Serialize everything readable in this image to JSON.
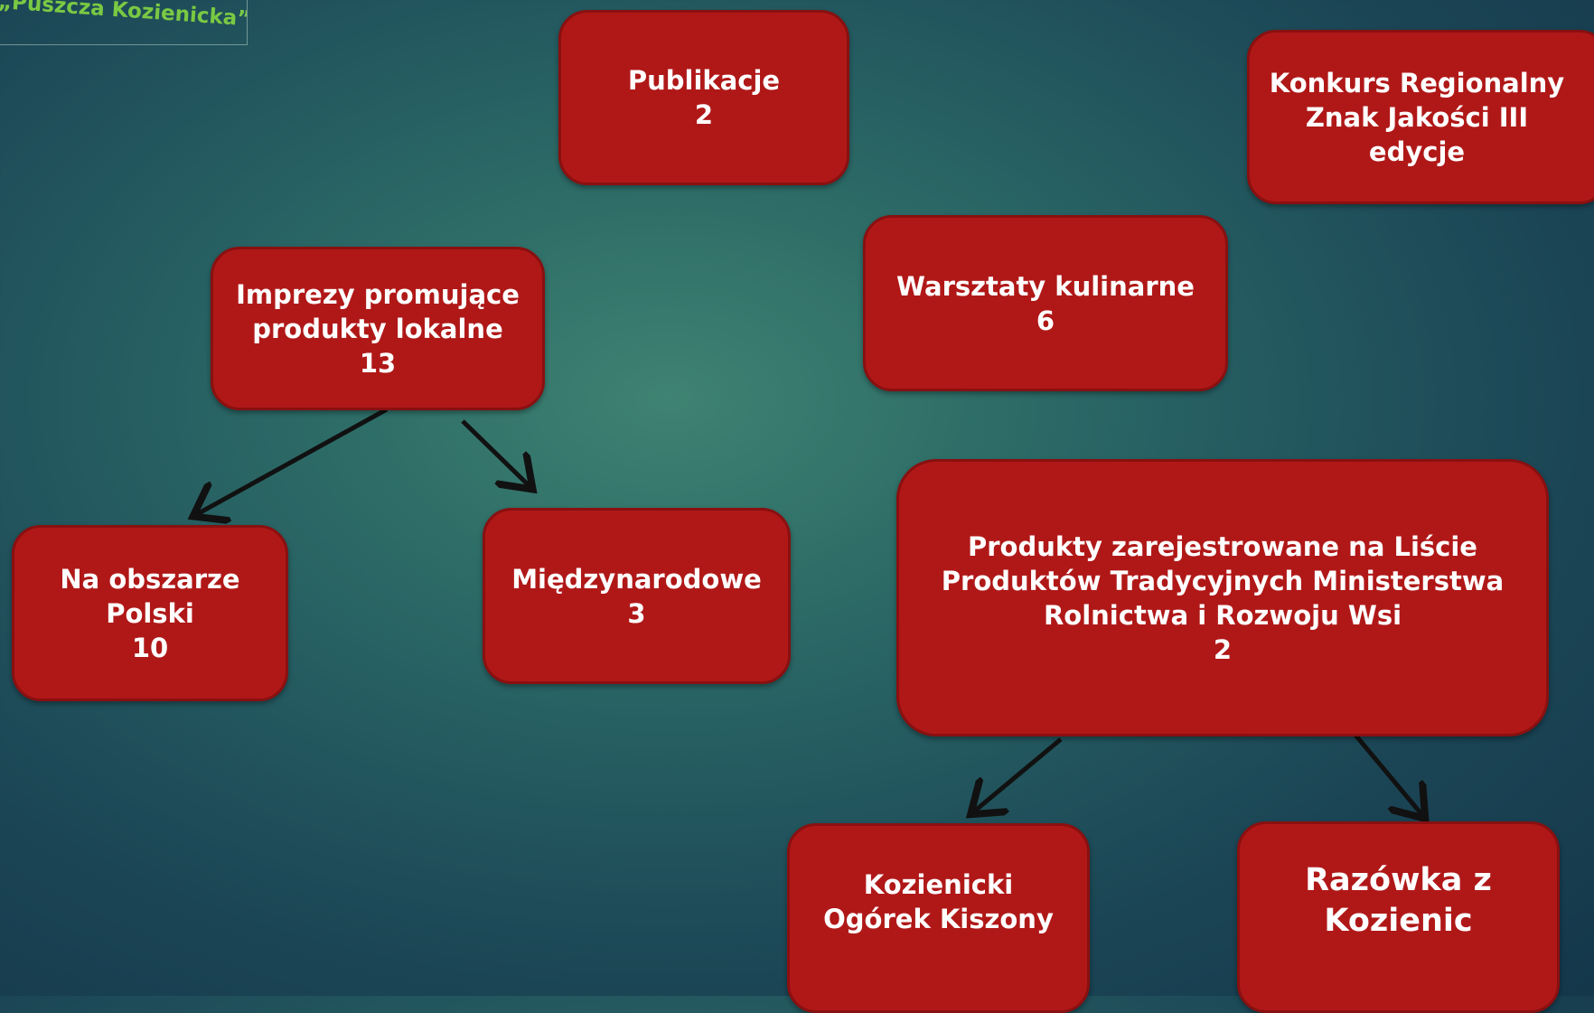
{
  "logo": {
    "text": "„Puszcza Kozienicka”"
  },
  "boxes": {
    "publikacje": {
      "lines": [
        "Publikacje",
        "2"
      ]
    },
    "konkurs": {
      "lines": [
        "Konkurs Regionalny",
        "Znak Jakości III",
        "edycje"
      ]
    },
    "imprezy": {
      "lines": [
        "Imprezy promujące",
        "produkty lokalne",
        "13"
      ]
    },
    "warsztaty": {
      "lines": [
        "Warsztaty kulinarne",
        "6"
      ]
    },
    "na_obszarze": {
      "lines": [
        "Na obszarze",
        "Polski",
        "10"
      ]
    },
    "miedzynarodowe": {
      "lines": [
        "Międzynarodowe",
        "3"
      ]
    },
    "produkty": {
      "lines": [
        "Produkty zarejestrowane na Liście",
        "Produktów Tradycyjnych Ministerstwa",
        "Rolnictwa i Rozwoju Wsi",
        "2"
      ]
    },
    "ogorek": {
      "lines": [
        "Kozienicki",
        "Ogórek Kiszony"
      ]
    },
    "razowka": {
      "lines": [
        "Razówka z",
        "Kozienic"
      ]
    }
  },
  "colors": {
    "box_fill": "#b01818",
    "box_border": "#8a1010",
    "arrow": "#111111",
    "logo_text": "#7ac943"
  }
}
